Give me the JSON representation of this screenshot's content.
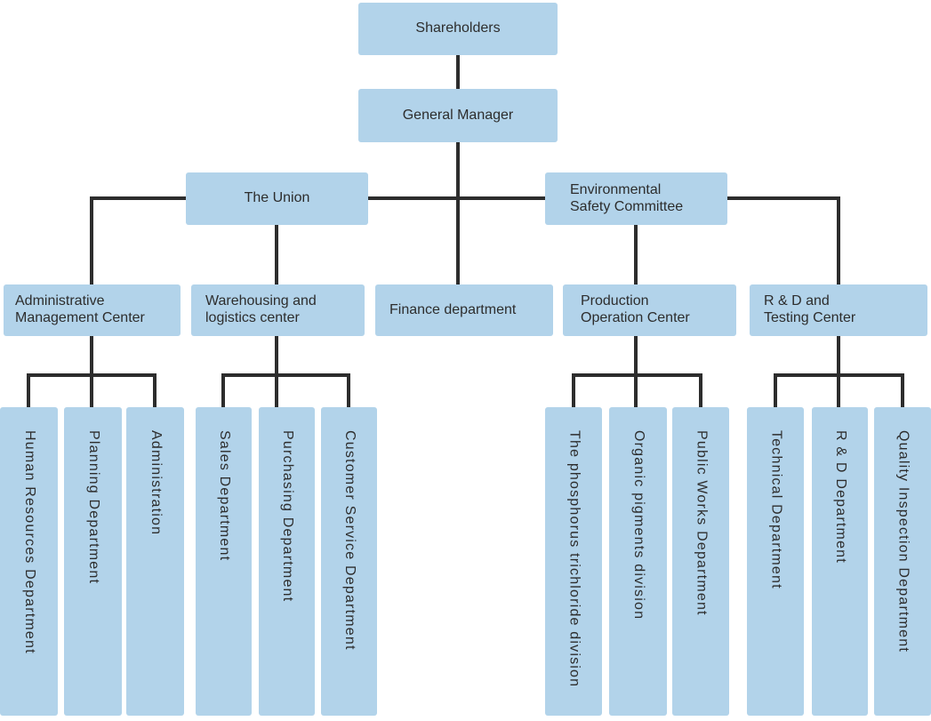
{
  "diagram": {
    "type": "org-chart",
    "colors": {
      "node_fill": "#b2d3ea",
      "connector": "#2d2d2d",
      "text": "#2d2d2d",
      "background": "#ffffff"
    },
    "nodes": {
      "shareholders": {
        "label": "Shareholders"
      },
      "general_manager": {
        "label": "General Manager"
      },
      "union": {
        "label": "The Union"
      },
      "env_safety_committee": {
        "label": "Environmental\nSafety Committee"
      },
      "admin_mgmt_center": {
        "label": "Administrative\nManagement Center"
      },
      "warehousing_logistics_center": {
        "label": "Warehousing and\nlogistics center"
      },
      "finance_department": {
        "label": "Finance department"
      },
      "production_operation_center": {
        "label": "Production\nOperation Center"
      },
      "rd_testing_center": {
        "label": "R & D and\nTesting Center"
      },
      "human_resources_department": {
        "label": "Human Resources Department"
      },
      "planning_department": {
        "label": "Planning Department"
      },
      "administration": {
        "label": "Administration"
      },
      "sales_department": {
        "label": "Sales Department"
      },
      "purchasing_department": {
        "label": "Purchasing Department"
      },
      "customer_service_department": {
        "label": "Customer Service Department"
      },
      "phosphorus_trichloride_division": {
        "label": "The phosphorus trichloride division"
      },
      "organic_pigments_division": {
        "label": "Organic pigments division"
      },
      "public_works_department": {
        "label": "Public Works Department"
      },
      "technical_department": {
        "label": "Technical Department"
      },
      "rd_department": {
        "label": "R & D Department"
      },
      "quality_inspection_department": {
        "label": "Quality Inspection Department"
      }
    },
    "hierarchy": {
      "shareholders": [
        "general_manager"
      ],
      "general_manager": [
        "union",
        "finance_department",
        "env_safety_committee"
      ],
      "union": [
        "admin_mgmt_center",
        "warehousing_logistics_center"
      ],
      "env_safety_committee": [
        "production_operation_center",
        "rd_testing_center"
      ],
      "admin_mgmt_center": [
        "human_resources_department",
        "planning_department",
        "administration"
      ],
      "warehousing_logistics_center": [
        "sales_department",
        "purchasing_department",
        "customer_service_department"
      ],
      "production_operation_center": [
        "phosphorus_trichloride_division",
        "organic_pigments_division",
        "public_works_department"
      ],
      "rd_testing_center": [
        "technical_department",
        "rd_department",
        "quality_inspection_department"
      ]
    }
  }
}
